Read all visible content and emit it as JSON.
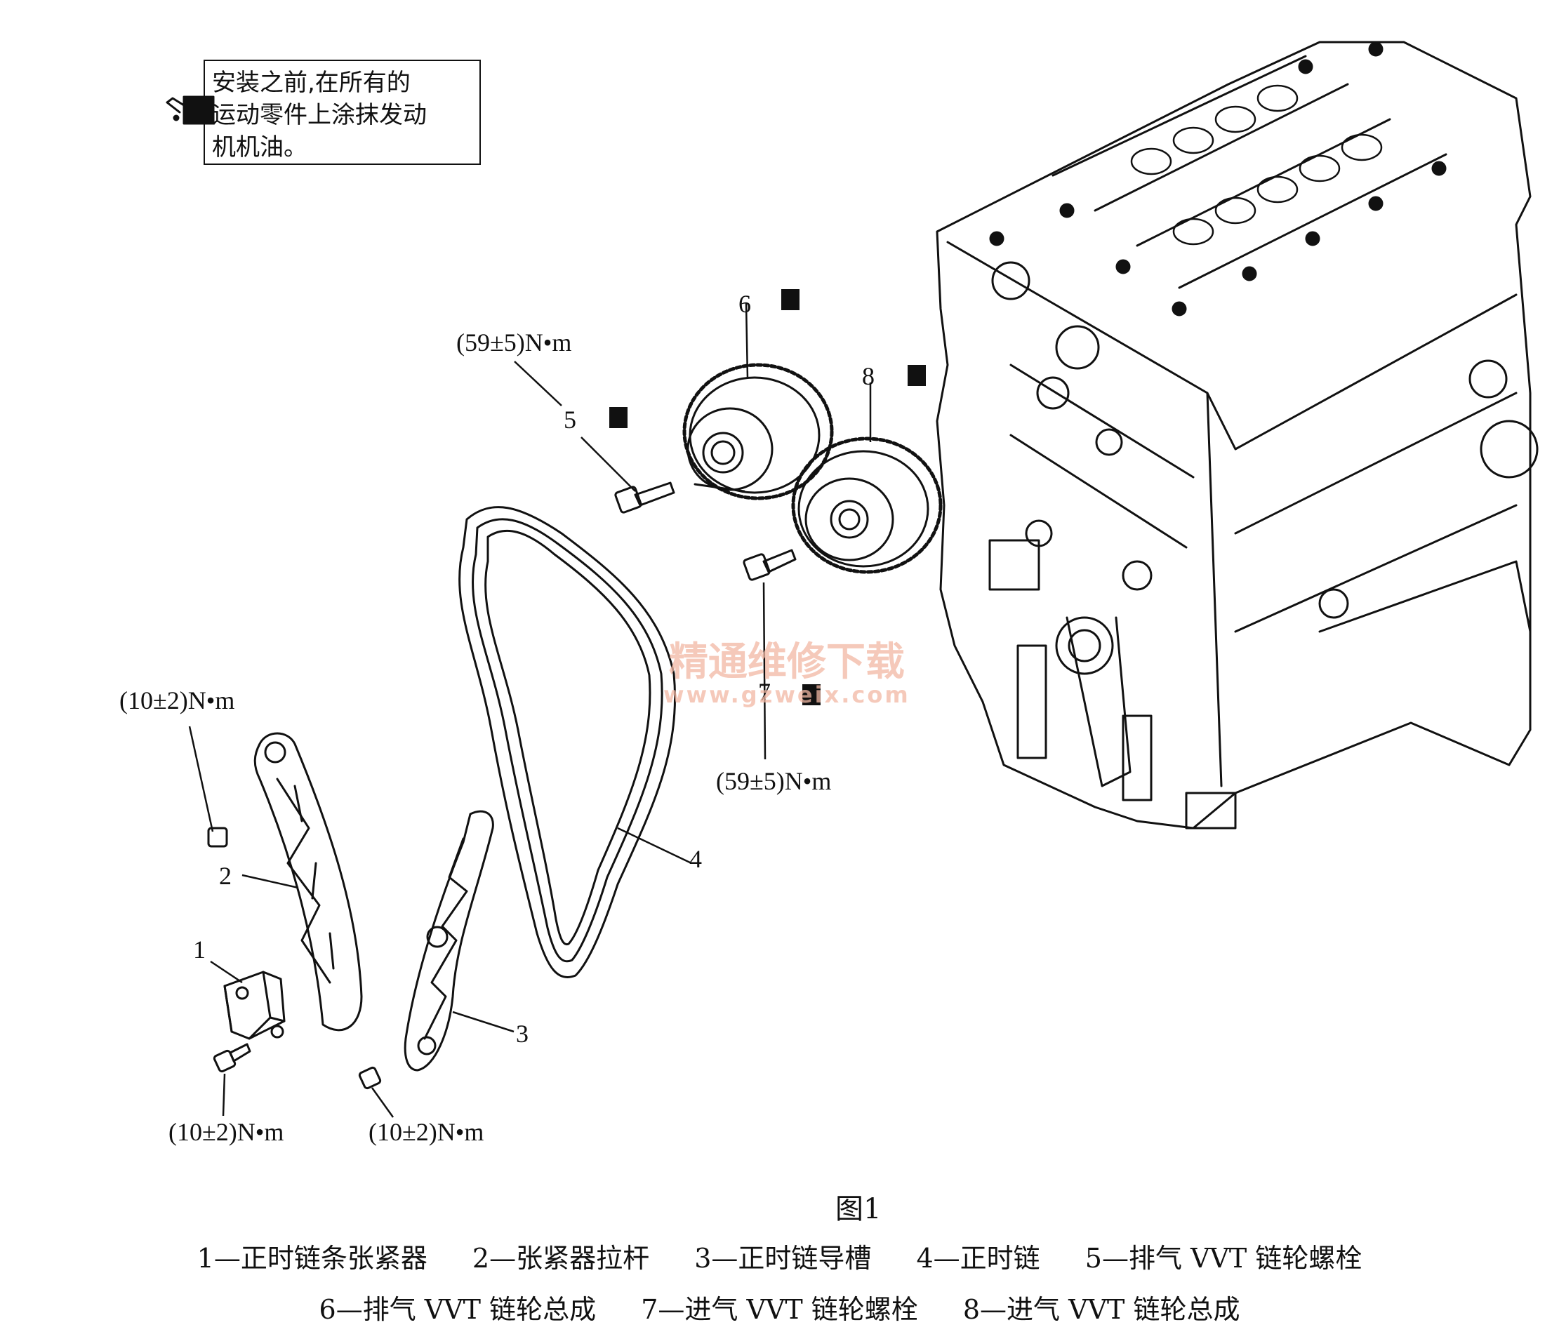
{
  "note": {
    "lines": [
      "安装之前,在所有的",
      "运动零件上涂抹发动",
      "机机油。"
    ]
  },
  "torque": {
    "exhaust_bolt": "(59±5)N•m",
    "intake_bolt": "(59±5)N•m",
    "guide_nut": "(10±2)N•m",
    "tensioner_bolt": "(10±2)N•m",
    "chain_guide_bolt": "(10±2)N•m"
  },
  "callouts": [
    "1",
    "2",
    "3",
    "4",
    "5",
    "6",
    "7",
    "8"
  ],
  "figure_caption": "图1",
  "legend": {
    "row1": [
      "1—正时链条张紧器",
      "2—张紧器拉杆",
      "3—正时链导槽",
      "4—正时链",
      "5—排气 VVT 链轮螺栓"
    ],
    "row2": [
      "6—排气 VVT 链轮总成",
      "7—进气 VVT 链轮螺栓",
      "8—进气 VVT 链轮总成"
    ]
  },
  "watermark": {
    "text": "精通维修下载",
    "url": "www.gzweix.com"
  },
  "icons": [
    "oil-can-icon"
  ]
}
